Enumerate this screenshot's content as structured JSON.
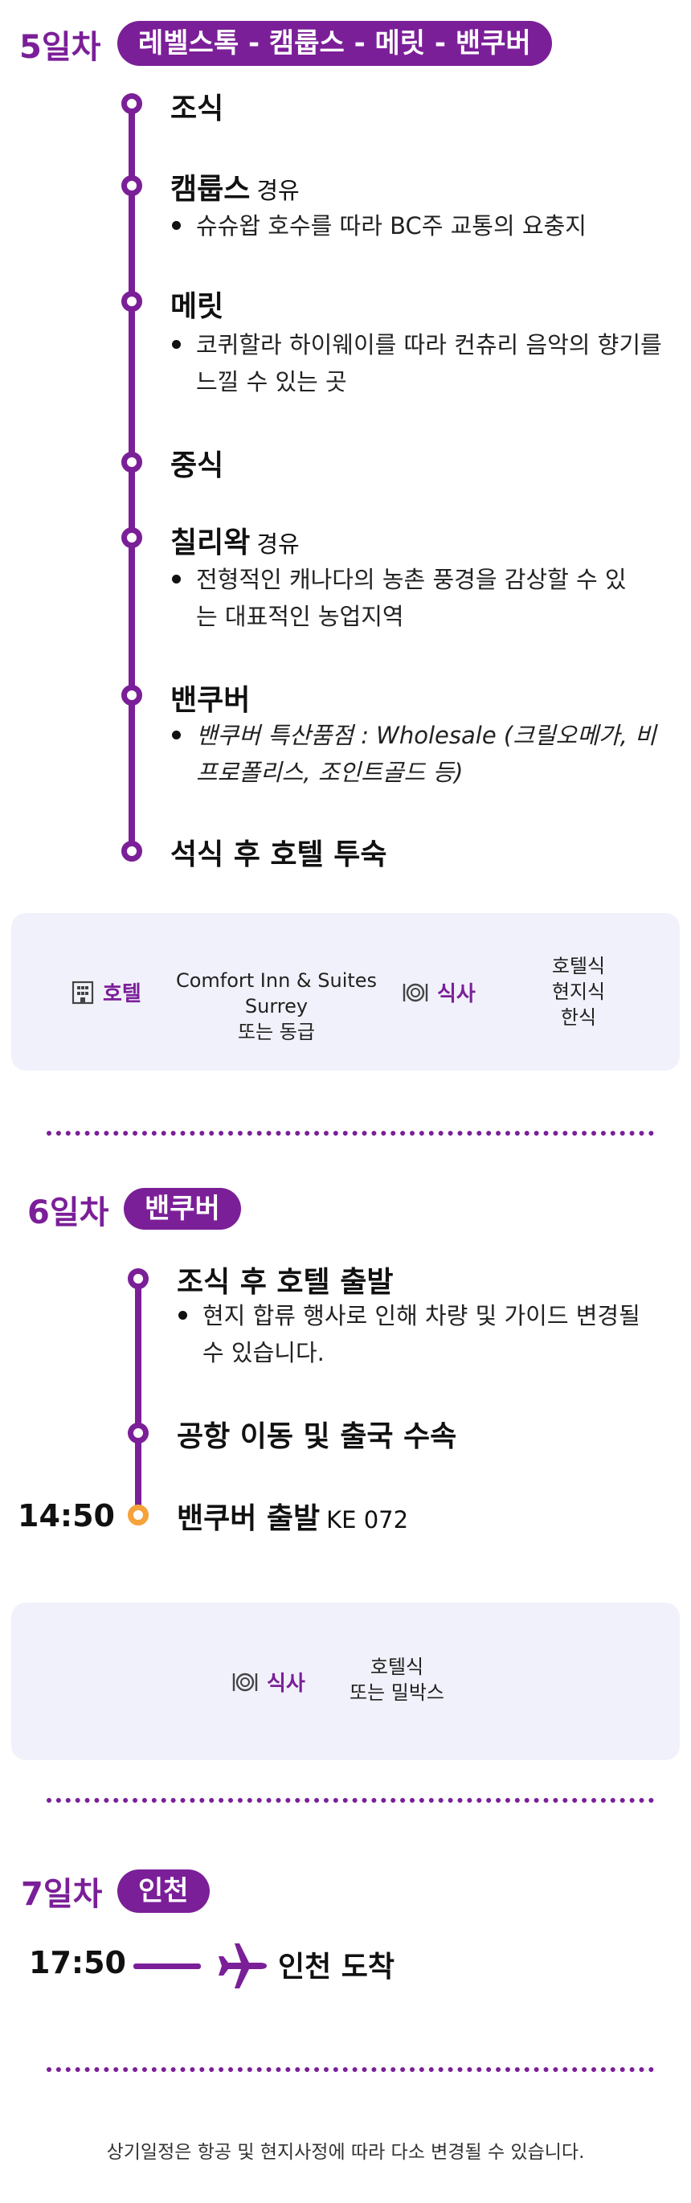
{
  "colors": {
    "accent": "#7b1f98",
    "departure_marker": "#f5a23a",
    "info_box_bg": "#f1f1fb"
  },
  "day5": {
    "day_label": "5일차",
    "route": "레벨스톡 - 캠룹스 - 메릿 - 밴쿠버",
    "stops": [
      {
        "title": "조식",
        "via": "",
        "bullets": []
      },
      {
        "title": "캠룹스",
        "via": "경유",
        "bullets": [
          "슈슈왑 호수를 따라 BC주 교통의 요충지"
        ]
      },
      {
        "title": "메릿",
        "via": "",
        "bullets": [
          "코퀴할라 하이웨이를 따라 컨츄리 음악의 향기를 느낄 수 있는 곳"
        ]
      },
      {
        "title": "중식",
        "via": "",
        "bullets": []
      },
      {
        "title": "칠리왁",
        "via": "경유",
        "bullets": [
          "전형적인 캐나다의 농촌 풍경을 감상할 수 있는 대표적인 농업지역"
        ]
      },
      {
        "title": "밴쿠버",
        "via": "",
        "bullets": [
          "밴쿠버 특산품점 : Wholesale (크릴오메가, 비프로폴리스, 조인트골드 등)"
        ]
      },
      {
        "title": "석식 후 호텔 투숙",
        "via": "",
        "bullets": []
      }
    ],
    "info": {
      "hotel_icon": "hotel-building-icon",
      "hotel_label": "호텔",
      "hotel_name": "Comfort Inn & Suites Surrey",
      "hotel_alt": "또는 동급",
      "meal_icon": "meal-plate-icon",
      "meal_label": "식사",
      "meals": [
        "호텔식",
        "현지식",
        "한식"
      ]
    }
  },
  "day6": {
    "day_label": "6일차",
    "route": "밴쿠버",
    "stops": [
      {
        "title": "조식 후 호텔 출발",
        "bullets": [
          "현지 합류 행사로 인해 차량 및 가이드 변경될 수 있습니다."
        ]
      },
      {
        "title": "공항 이동 및 출국 수속",
        "bullets": []
      },
      {
        "time": "14:50",
        "title": "밴쿠버 출발",
        "flight": "KE 072"
      }
    ],
    "info": {
      "meal_icon": "meal-plate-icon",
      "meal_label": "식사",
      "meals": [
        "호텔식",
        "또는 밀박스"
      ]
    }
  },
  "day7": {
    "day_label": "7일차",
    "route": "인천",
    "arrival_time": "17:50",
    "plane_icon": "airplane-icon",
    "arrival_title": "인천 도착"
  },
  "footnote": "상기일정은 항공 및 현지사정에 따라 다소 변경될 수 있습니다."
}
